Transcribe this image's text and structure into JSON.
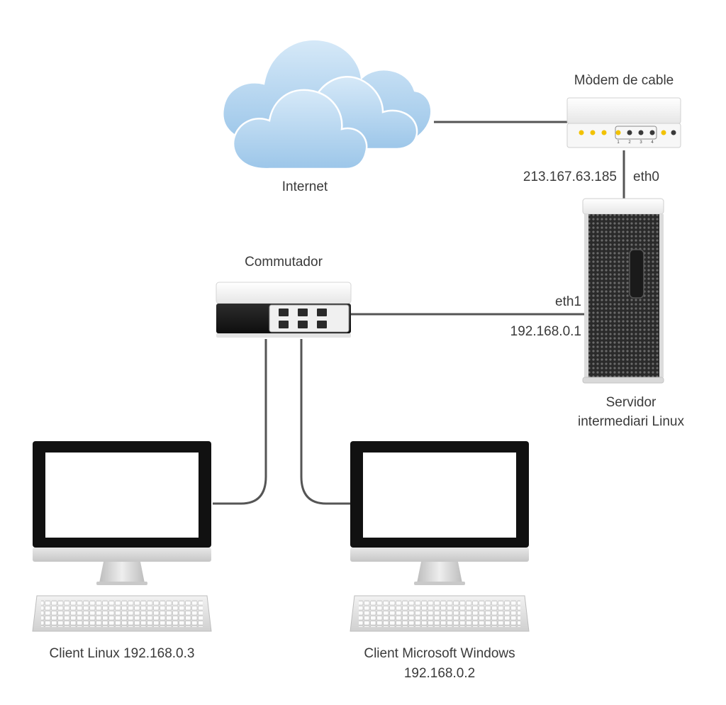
{
  "labels": {
    "internet": "Internet",
    "modem": "Mòdem de cable",
    "public_ip": "213.167.63.185",
    "eth0": "eth0",
    "switch": "Commutador",
    "eth1": "eth1",
    "lan_ip": "192.168.0.1",
    "server_line1": "Servidor",
    "server_line2": "intermediari Linux",
    "client_linux": "Client Linux 192.168.0.3",
    "client_windows_line1": "Client Microsoft Windows",
    "client_windows_line2": "192.168.0.2"
  },
  "modem_port_labels": [
    "1",
    "2",
    "3",
    "4"
  ],
  "colors": {
    "cable": "#555555",
    "cloud": "#a9cdea",
    "screen_bezel": "#111111",
    "led": "#f2c200",
    "text": "#3a3a3a"
  }
}
